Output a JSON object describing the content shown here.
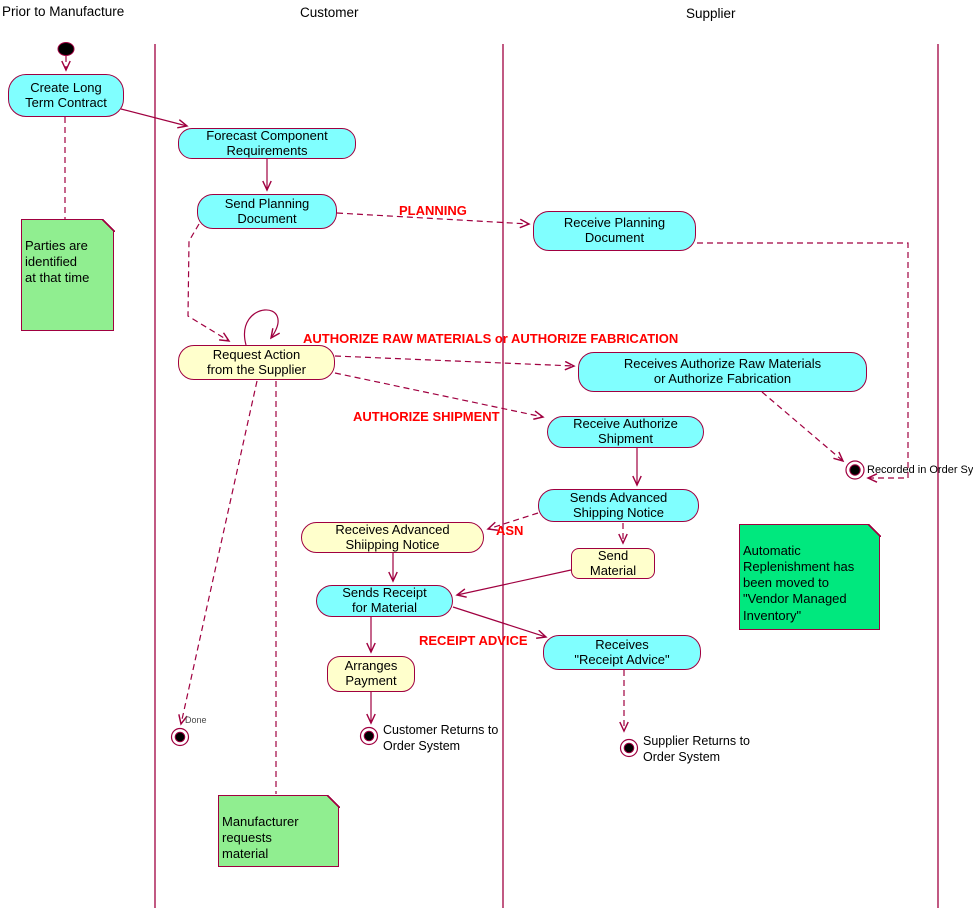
{
  "lanes": {
    "prior": "Prior to Manufacture",
    "customer": "Customer",
    "supplier": "Supplier"
  },
  "activities": {
    "create_long_term_contract": "Create Long\nTerm Contract",
    "forecast_component_requirements": "Forecast Component\nRequirements",
    "send_planning_document": "Send Planning\nDocument",
    "receive_planning_document": "Receive Planning\nDocument",
    "request_action_from_supplier": "Request Action\nfrom the Supplier",
    "receives_authorize_raw_materials": "Receives Authorize Raw Materials\nor Authorize Fabrication",
    "receive_authorize_shipment": "Receive Authorize\nShipment",
    "sends_advanced_shipping_notice": "Sends Advanced\nShipping Notice",
    "receives_advanced_shipping_notice": "Receives Advanced\nShiipping Notice",
    "send_material": "Send\nMaterial",
    "sends_receipt_for_material": "Sends Receipt\nfor Material",
    "arranges_payment": "Arranges\nPayment",
    "receives_receipt_advice": "Receives\n\"Receipt Advice\""
  },
  "notes": {
    "parties_identified": "Parties are\nidentified\nat that time",
    "automatic_replenishment": "Automatic\nReplenishment has\nbeen moved to\n\"Vendor Managed\nInventory\"",
    "manufacturer_requests": "Manufacturer\nrequests\nmaterial"
  },
  "flow_labels": {
    "planning": "PLANNING",
    "authorize_raw": "AUTHORIZE RAW MATERIALS or AUTHORIZE FABRICATION",
    "authorize_shipment": "AUTHORIZE SHIPMENT",
    "asn": "ASN",
    "receipt_advice": "RECEIPT ADVICE"
  },
  "terminals": {
    "done": "Done",
    "customer_returns": "Customer Returns to\nOrder System",
    "supplier_returns": "Supplier Returns to\nOrder System",
    "recorded_in_order_system": "Recorded in Order Sys"
  },
  "colors": {
    "activity_cyan": "#80FFFF",
    "activity_yellow": "#FFFFCC",
    "note_light_green": "#90EE90",
    "note_bright_green": "#00E87E",
    "line": "#A00040",
    "flow_label": "#FF0000"
  }
}
